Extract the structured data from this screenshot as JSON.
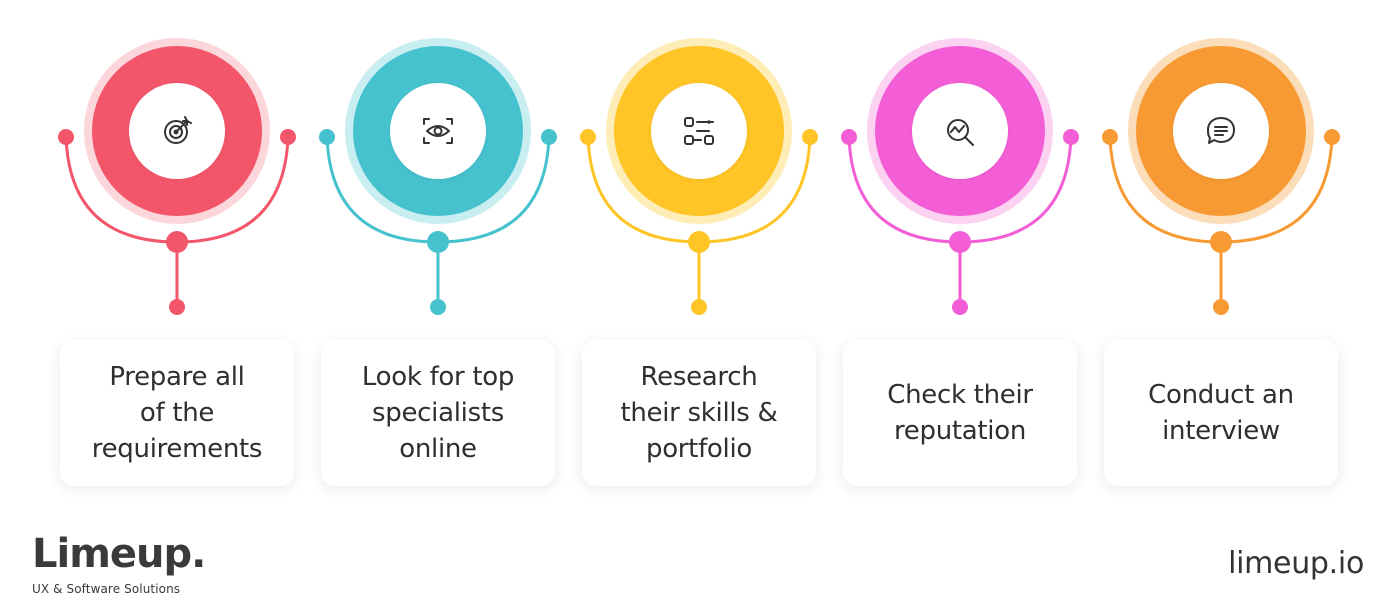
{
  "steps": [
    {
      "label_lines": [
        "Prepare all",
        "of the",
        "requirements"
      ],
      "color": "#F3566B",
      "halo": "#FBD6DB",
      "icon": "target-arrow-icon"
    },
    {
      "label_lines": [
        "Look for top",
        "specialists",
        "online"
      ],
      "color": "#45C2CE",
      "halo": "#C9EEF1",
      "icon": "eye-scan-icon"
    },
    {
      "label_lines": [
        "Research",
        "their skills &",
        "portfolio"
      ],
      "color": "#FFC425",
      "halo": "#FFEDB8",
      "icon": "nodes-icon"
    },
    {
      "label_lines": [
        "Check their",
        "reputation"
      ],
      "color": "#F35ED6",
      "halo": "#FBD2F2",
      "icon": "analytics-search-icon"
    },
    {
      "label_lines": [
        "Conduct an",
        "interview"
      ],
      "color": "#F89A33",
      "halo": "#FCDDB9",
      "icon": "chat-bubble-icon"
    }
  ],
  "brand": {
    "logo_name": "Limeup.",
    "tagline": "UX & Software Solutions",
    "website": "limeup.io"
  }
}
